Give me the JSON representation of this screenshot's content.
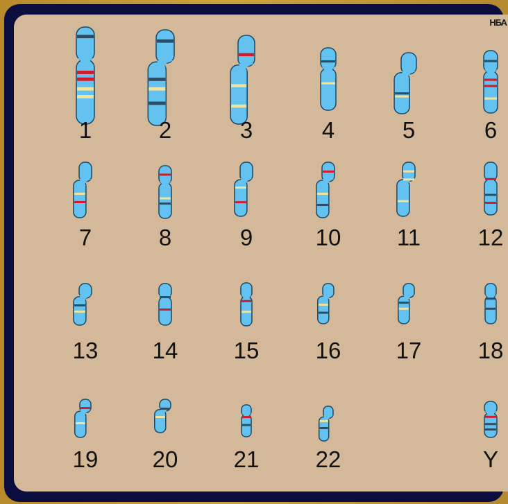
{
  "header": {
    "corner_tag": "HБА"
  },
  "colors": {
    "chromosome_fill": "#63c2ef",
    "chromosome_outline": "#1b4966",
    "band_red": "#d11a2a",
    "band_cream": "#efe3a0",
    "band_dark": "#2c4d66"
  },
  "chromosomes": [
    {
      "label": "1",
      "color": "#63c2ef"
    },
    {
      "label": "2",
      "color": "#63c2ef"
    },
    {
      "label": "3",
      "color": "#63c2ef"
    },
    {
      "label": "4",
      "color": "#63c2ef"
    },
    {
      "label": "5",
      "color": "#63c2ef"
    },
    {
      "label": "6",
      "color": "#63c2ef"
    },
    {
      "label": "7",
      "color": "#63c2ef"
    },
    {
      "label": "8",
      "color": "#63c2ef"
    },
    {
      "label": "9",
      "color": "#63c2ef"
    },
    {
      "label": "10",
      "color": "#63c2ef"
    },
    {
      "label": "11",
      "color": "#63c2ef"
    },
    {
      "label": "12",
      "color": "#63c2ef"
    },
    {
      "label": "13",
      "color": "#63c2ef"
    },
    {
      "label": "14",
      "color": "#63c2ef"
    },
    {
      "label": "15",
      "color": "#63c2ef"
    },
    {
      "label": "16",
      "color": "#63c2ef"
    },
    {
      "label": "17",
      "color": "#63c2ef"
    },
    {
      "label": "18",
      "color": "#63c2ef"
    },
    {
      "label": "19",
      "color": "#63c2ef"
    },
    {
      "label": "20",
      "color": "#63c2ef"
    },
    {
      "label": "21",
      "color": "#63c2ef"
    },
    {
      "label": "22",
      "color": "#63c2ef"
    },
    {
      "label": "Y",
      "color": "#63c2ef"
    }
  ]
}
